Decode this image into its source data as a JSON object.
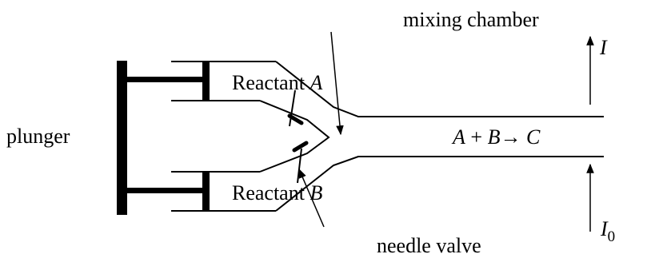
{
  "labels": {
    "plunger": "plunger",
    "reactant_a_text": "Reactant ",
    "reactant_a_var": "A",
    "reactant_b_text": "Reactant ",
    "reactant_b_var": "B",
    "mixing_chamber": "mixing chamber",
    "needle_valve": "needle valve",
    "reaction_a": "A",
    "reaction_plus": " + ",
    "reaction_b": "B",
    "reaction_arrow": "→",
    "reaction_c": " C",
    "intensity_out": "I",
    "intensity_in": "I",
    "intensity_in_sub": "0"
  }
}
